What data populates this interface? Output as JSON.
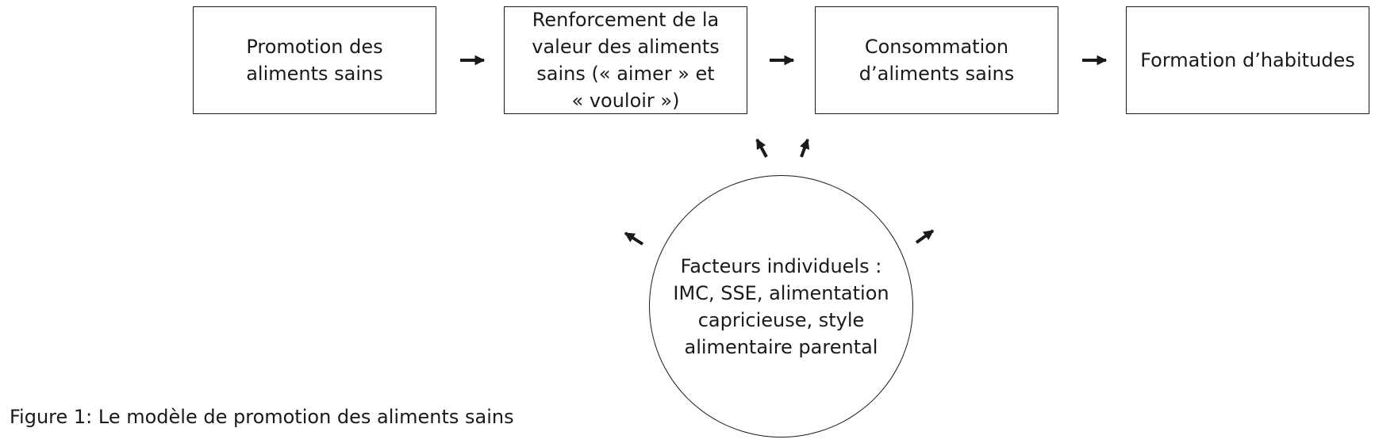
{
  "diagram": {
    "boxes": [
      {
        "id": "promotion",
        "label": "Promotion des\naliments sains"
      },
      {
        "id": "renforcement",
        "label": "Renforcement de la\nvaleur des aliments\nsains (« aimer » et\n« vouloir »)"
      },
      {
        "id": "consommation",
        "label": "Consommation\nd’aliments sains"
      },
      {
        "id": "habitudes",
        "label": "Formation d’habitudes"
      }
    ],
    "circle": {
      "label": "Facteurs individuels :\nIMC, SSE, alimentation\ncapricieuse, style\nalimentaire parental"
    },
    "caption": "Figure 1: Le modèle de promotion des aliments sains"
  }
}
